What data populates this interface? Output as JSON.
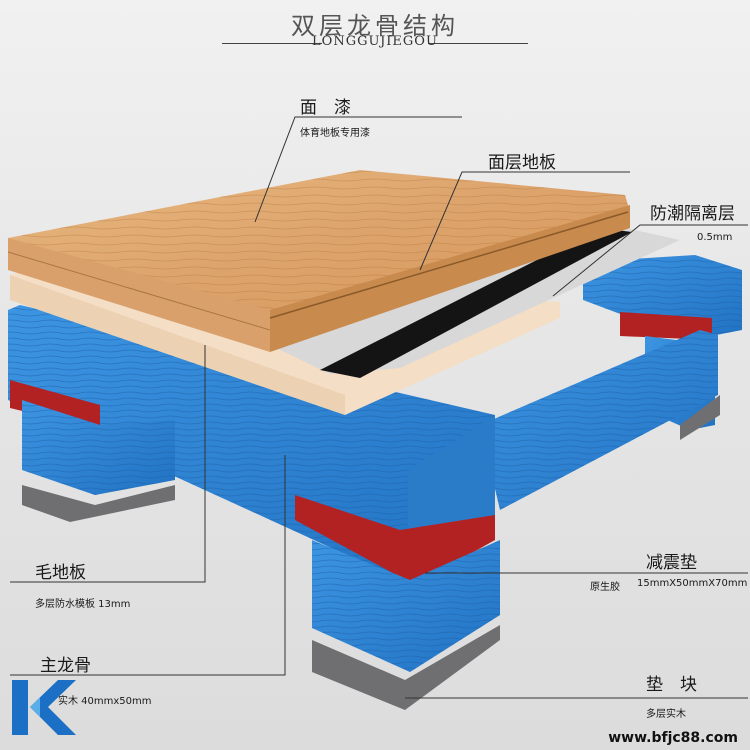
{
  "header": {
    "title": "双层龙骨结构",
    "subtitle": "LONGGUJIEGOU"
  },
  "labels": {
    "paint": {
      "main": "面　漆",
      "sub": "体育地板专用漆"
    },
    "surface_board": {
      "main": "面层地板"
    },
    "moisture_barrier": {
      "main": "防潮隔离层",
      "sub": "0.5mm"
    },
    "sub_floor": {
      "main": "毛地板",
      "sub": "多层防水模板  13mm"
    },
    "main_joist": {
      "main": "主龙骨",
      "sub": "实木  40mmx50mm"
    },
    "shock_pad": {
      "main": "减震垫",
      "sub_a": "原生胶",
      "sub_b": "15mmX50mmX70mm"
    },
    "block": {
      "main": "垫　块",
      "sub": "多层实木"
    }
  },
  "logo": {
    "text": "K"
  },
  "watermark": "www.bfjc88.com",
  "colors": {
    "wood_top": "#dca36b",
    "wood_side": "#c98a4e",
    "plywood": "#f3dcc4",
    "blue": "#2f86d6",
    "blue_dark": "#1e67b4",
    "red_pad": "#b32222",
    "gray_block": "#6f6f72",
    "barrier": "#141414"
  }
}
